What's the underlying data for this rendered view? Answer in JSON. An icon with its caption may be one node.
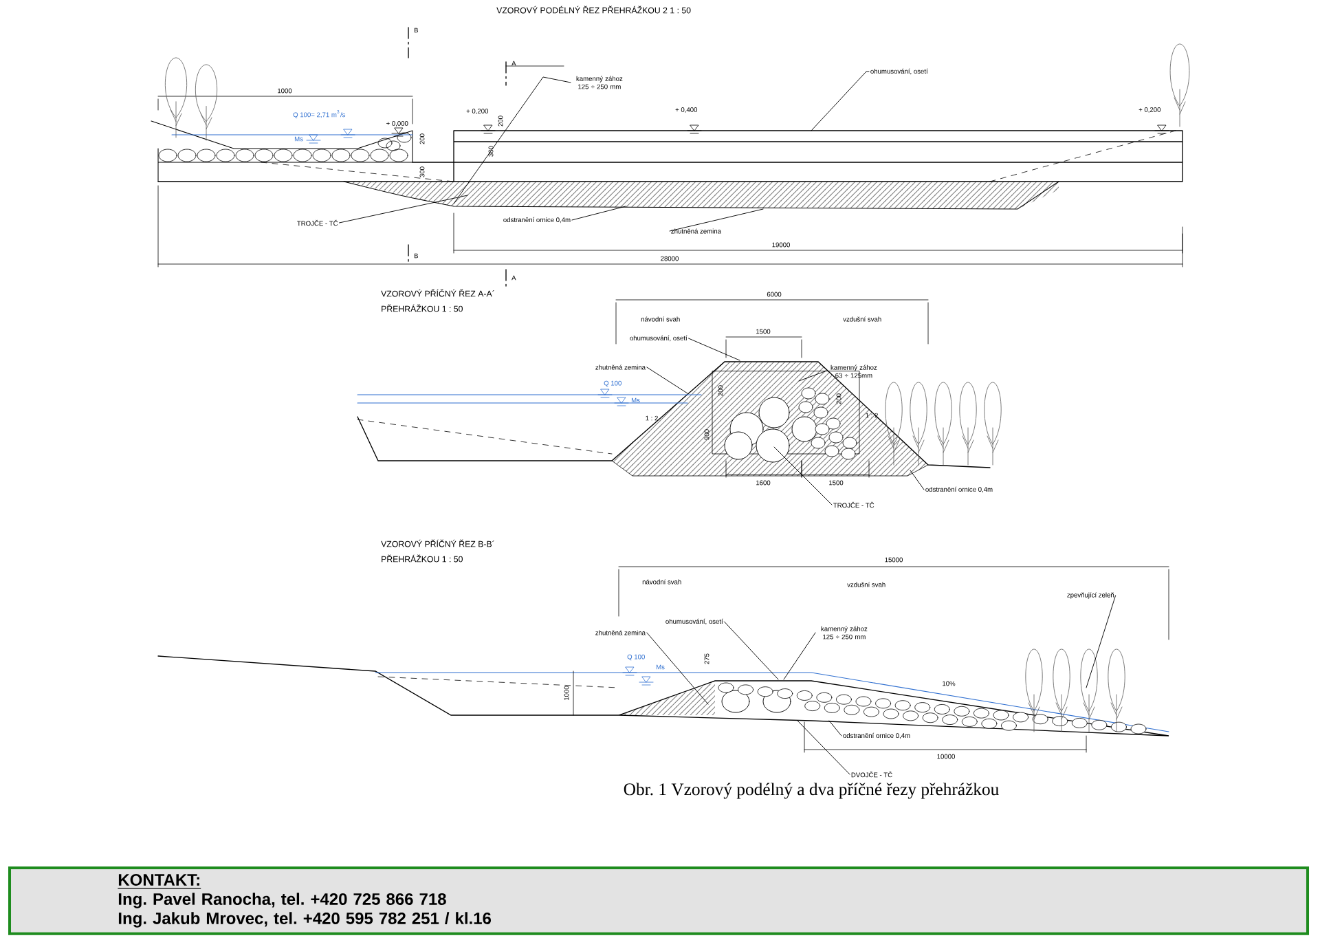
{
  "diagram": {
    "caption": "Obr. 1 Vzorový podélný a dva příčné řezy přehrážkou",
    "nodes": [
      {
        "text": [
          "kamenný zához 125 ÷ 250 mm"
        ]
      },
      {
        "text": [
          "ohumusování, osetí"
        ]
      },
      {
        "text": [
          "TROJČE - TČ"
        ]
      },
      {
        "text": [
          "odstranění ornice 0,4m"
        ]
      },
      {
        "text": [
          "zhutněná zemina"
        ]
      },
      {
        "text": [
          "ohumusování, osetí"
        ]
      },
      {
        "text": [
          "zhutněná zemina"
        ]
      },
      {
        "text": [
          "kamenný zához 63 ÷ 125mm"
        ]
      },
      {
        "text": [
          "odstranění ornice 0,4m"
        ]
      },
      {
        "text": [
          "TROJČE - TČ"
        ]
      },
      {
        "text": [
          "zpevňující zeleň"
        ]
      },
      {
        "text": [
          "zhutněná zemina"
        ]
      },
      {
        "text": [
          "ohumusování, osetí"
        ]
      },
      {
        "text": [
          "kamenný zához 125 ÷ 250 mm"
        ]
      },
      {
        "text": [
          "odstranění ornice 0,4m"
        ]
      },
      {
        "text": [
          "DVOJČE - TČ"
        ]
      },
      {
        "text": [
          "KONTAKT:",
          "Ing. Pavel Ranocha, tel. +420 725 866 718",
          "Ing. Jakub Mrovec, tel. +420 595 782 251 / kl.16"
        ]
      }
    ],
    "edges": [
      {
        "from": 0,
        "to": null,
        "arrow": "none"
      },
      {
        "from": 1,
        "to": null,
        "arrow": "none"
      },
      {
        "from": 2,
        "to": null,
        "arrow": "none"
      },
      {
        "from": 3,
        "to": null,
        "arrow": "none"
      },
      {
        "from": 4,
        "to": null,
        "arrow": "none"
      },
      {
        "from": 5,
        "to": null,
        "arrow": "none"
      },
      {
        "from": 6,
        "to": null,
        "arrow": "none"
      },
      {
        "from": 7,
        "to": null,
        "arrow": "none"
      },
      {
        "from": 8,
        "to": null,
        "arrow": "none"
      },
      {
        "from": 9,
        "to": null,
        "arrow": "none"
      },
      {
        "from": 10,
        "to": null,
        "arrow": "none"
      },
      {
        "from": 11,
        "to": null,
        "arrow": "none"
      },
      {
        "from": 12,
        "to": null,
        "arrow": "none"
      },
      {
        "from": 13,
        "to": null,
        "arrow": "none"
      },
      {
        "from": 14,
        "to": null,
        "arrow": "none"
      },
      {
        "from": 15,
        "to": null,
        "arrow": "none"
      }
    ],
    "labels": [
      "VZOROVÝ PODÉLNÝ ŘEZ PŘEHRÁŽKOU 2 1 : 50",
      "B",
      "A",
      "1000",
      "Q 100= 2,71 m$^{3}$/s",
      "Ms",
      "+ 0,000",
      "+ 0,200",
      "200",
      "+ 0,400",
      "+ 0,200",
      "200",
      "300",
      "300",
      "B",
      "A",
      "19000",
      "28000",
      "VZOROVÝ PŘÍČNÝ ŘEZ A-A´",
      "PŘEHRÁŽKOU 1 : 50",
      "6000",
      "návodní svah",
      "vzdušní svah",
      "1500",
      "Q 100",
      "Ms",
      "200",
      "200",
      "900",
      "1 : 2",
      "1 : 2",
      "1600",
      "1500",
      "VZOROVÝ PŘÍČNÝ ŘEZ B-B´",
      "PŘEHRÁŽKOU 1 : 50",
      "15000",
      "návodní svah",
      "vzdušní svah",
      "Q 100",
      "Ms",
      "275",
      "1000",
      "10%",
      "10000"
    ]
  }
}
